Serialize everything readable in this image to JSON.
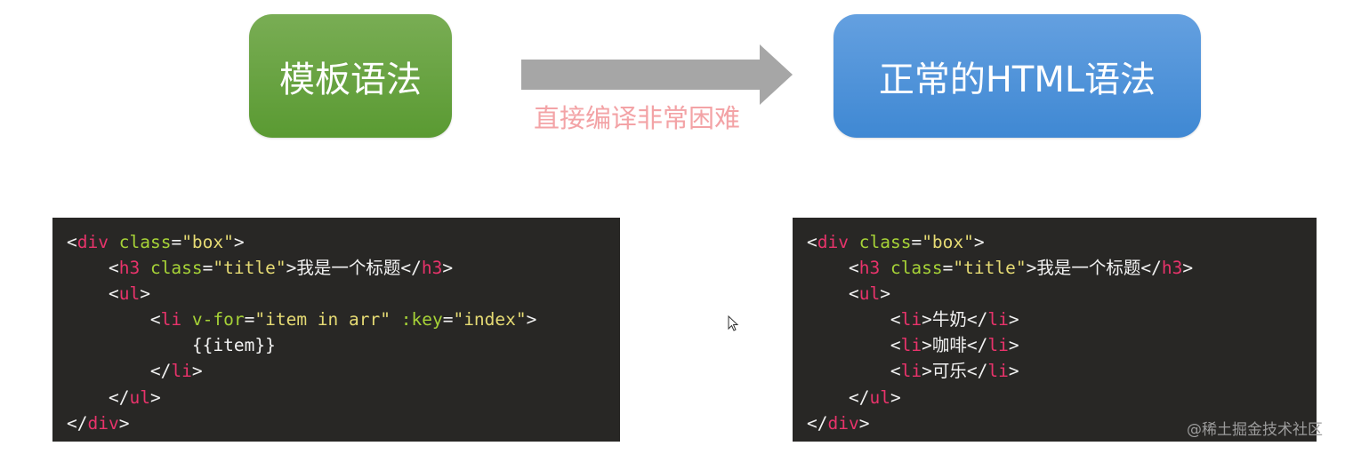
{
  "boxes": {
    "template": {
      "label": "模板语法",
      "color": "#6aa443"
    },
    "html": {
      "label": "正常的HTML语法",
      "color": "#4a90d9"
    }
  },
  "arrow": {
    "caption": "直接编译非常困难",
    "color": "#a6a6a6",
    "caption_color": "#f3a3a6"
  },
  "left_code": {
    "lines": [
      {
        "indent": "",
        "parts": [
          [
            "punct",
            "<"
          ],
          [
            "tag",
            "div"
          ],
          [
            "punct",
            " "
          ],
          [
            "attr",
            "class"
          ],
          [
            "punct",
            "="
          ],
          [
            "str",
            "\"box\""
          ],
          [
            "punct",
            ">"
          ]
        ]
      },
      {
        "indent": "    ",
        "parts": [
          [
            "punct",
            "<"
          ],
          [
            "tag",
            "h3"
          ],
          [
            "punct",
            " "
          ],
          [
            "attr",
            "class"
          ],
          [
            "punct",
            "="
          ],
          [
            "str",
            "\"title\""
          ],
          [
            "punct",
            ">"
          ],
          [
            "cn",
            "我是一个标题"
          ],
          [
            "punct",
            "</"
          ],
          [
            "tag",
            "h3"
          ],
          [
            "punct",
            ">"
          ]
        ]
      },
      {
        "indent": "    ",
        "parts": [
          [
            "punct",
            "<"
          ],
          [
            "tag",
            "ul"
          ],
          [
            "punct",
            ">"
          ]
        ]
      },
      {
        "indent": "        ",
        "parts": [
          [
            "punct",
            "<"
          ],
          [
            "tag",
            "li"
          ],
          [
            "punct",
            " "
          ],
          [
            "attr",
            "v-for"
          ],
          [
            "punct",
            "="
          ],
          [
            "str",
            "\"item in arr\""
          ],
          [
            "punct",
            " "
          ],
          [
            "attr",
            ":key"
          ],
          [
            "punct",
            "="
          ],
          [
            "str",
            "\"index\""
          ],
          [
            "punct",
            ">"
          ]
        ]
      },
      {
        "indent": "            ",
        "parts": [
          [
            "punct",
            "{{item}}"
          ]
        ]
      },
      {
        "indent": "        ",
        "parts": [
          [
            "punct",
            "</"
          ],
          [
            "tag",
            "li"
          ],
          [
            "punct",
            ">"
          ]
        ]
      },
      {
        "indent": "    ",
        "parts": [
          [
            "punct",
            "</"
          ],
          [
            "tag",
            "ul"
          ],
          [
            "punct",
            ">"
          ]
        ]
      },
      {
        "indent": "",
        "parts": [
          [
            "punct",
            "</"
          ],
          [
            "tag",
            "div"
          ],
          [
            "punct",
            ">"
          ]
        ]
      }
    ]
  },
  "right_code": {
    "lines": [
      {
        "indent": "",
        "parts": [
          [
            "punct",
            "<"
          ],
          [
            "tag",
            "div"
          ],
          [
            "punct",
            " "
          ],
          [
            "attr",
            "class"
          ],
          [
            "punct",
            "="
          ],
          [
            "str",
            "\"box\""
          ],
          [
            "punct",
            ">"
          ]
        ]
      },
      {
        "indent": "    ",
        "parts": [
          [
            "punct",
            "<"
          ],
          [
            "tag",
            "h3"
          ],
          [
            "punct",
            " "
          ],
          [
            "attr",
            "class"
          ],
          [
            "punct",
            "="
          ],
          [
            "str",
            "\"title\""
          ],
          [
            "punct",
            ">"
          ],
          [
            "cn",
            "我是一个标题"
          ],
          [
            "punct",
            "</"
          ],
          [
            "tag",
            "h3"
          ],
          [
            "punct",
            ">"
          ]
        ]
      },
      {
        "indent": "    ",
        "parts": [
          [
            "punct",
            "<"
          ],
          [
            "tag",
            "ul"
          ],
          [
            "punct",
            ">"
          ]
        ]
      },
      {
        "indent": "        ",
        "parts": [
          [
            "punct",
            "<"
          ],
          [
            "tag",
            "li"
          ],
          [
            "punct",
            ">"
          ],
          [
            "cn",
            "牛奶"
          ],
          [
            "punct",
            "</"
          ],
          [
            "tag",
            "li"
          ],
          [
            "punct",
            ">"
          ]
        ]
      },
      {
        "indent": "        ",
        "parts": [
          [
            "punct",
            "<"
          ],
          [
            "tag",
            "li"
          ],
          [
            "punct",
            ">"
          ],
          [
            "cn",
            "咖啡"
          ],
          [
            "punct",
            "</"
          ],
          [
            "tag",
            "li"
          ],
          [
            "punct",
            ">"
          ]
        ]
      },
      {
        "indent": "        ",
        "parts": [
          [
            "punct",
            "<"
          ],
          [
            "tag",
            "li"
          ],
          [
            "punct",
            ">"
          ],
          [
            "cn",
            "可乐"
          ],
          [
            "punct",
            "</"
          ],
          [
            "tag",
            "li"
          ],
          [
            "punct",
            ">"
          ]
        ]
      },
      {
        "indent": "    ",
        "parts": [
          [
            "punct",
            "</"
          ],
          [
            "tag",
            "ul"
          ],
          [
            "punct",
            ">"
          ]
        ]
      },
      {
        "indent": "",
        "parts": [
          [
            "punct",
            "</"
          ],
          [
            "tag",
            "div"
          ],
          [
            "punct",
            ">"
          ]
        ]
      }
    ]
  },
  "watermark": "@稀土掘金技术社区",
  "icons": {
    "cursor": "mouse-pointer-icon"
  }
}
